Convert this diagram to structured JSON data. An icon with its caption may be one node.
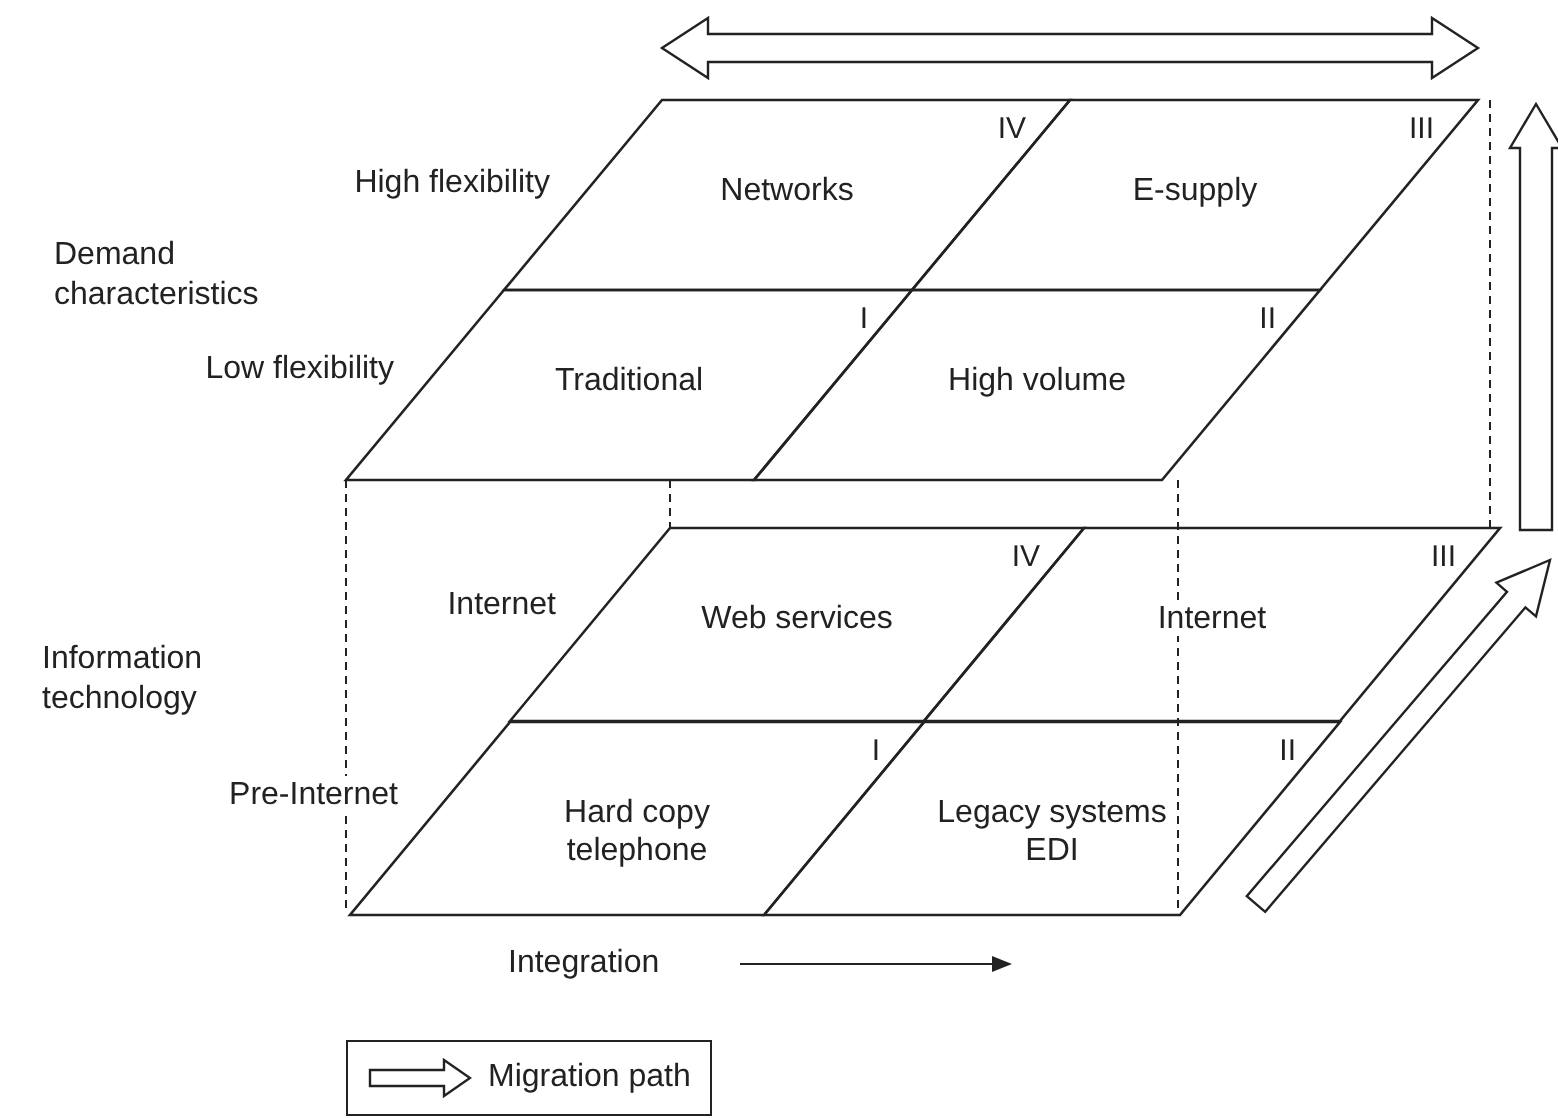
{
  "diagram": {
    "nodes": [
      {
        "text": [
          "Networks",
          "IV"
        ]
      },
      {
        "text": [
          "E-supply",
          "III"
        ]
      },
      {
        "text": [
          "Traditional",
          "I"
        ]
      },
      {
        "text": [
          "High volume",
          "II"
        ]
      },
      {
        "text": [
          "Web services",
          "IV"
        ]
      },
      {
        "text": [
          "Internet",
          "III"
        ]
      },
      {
        "text": [
          "Hard copy telephone",
          "I"
        ]
      },
      {
        "text": [
          "Legacy systems EDI",
          "II"
        ]
      }
    ],
    "edges": [
      {
        "from": 7,
        "to": 5,
        "arrow": "to"
      }
    ],
    "labels": [
      "High flexibility",
      "Demand characteristics",
      "Low flexibility",
      "Internet",
      "Information technology",
      "Pre-Internet",
      "Integration"
    ],
    "legend": [
      {
        "text": "Migration path"
      }
    ]
  }
}
